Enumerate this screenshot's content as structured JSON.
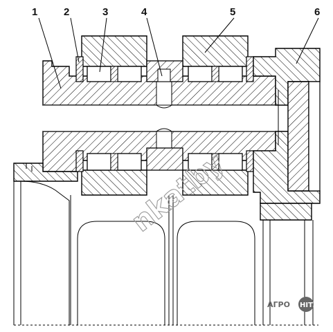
{
  "callouts": [
    "1",
    "2",
    "3",
    "4",
    "5",
    "6"
  ],
  "watermark": "nkatby",
  "badge": {
    "left": "АГРО",
    "right": "HIT"
  },
  "colors": {
    "line": "#000000",
    "watermark": "#9a9a9a",
    "badge": "#666666"
  }
}
